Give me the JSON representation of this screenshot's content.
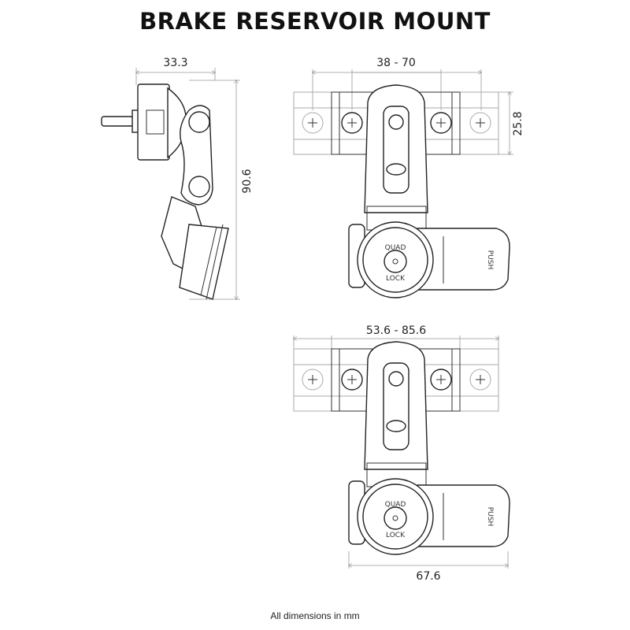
{
  "title": "BRAKE RESERVOIR MOUNT",
  "footer": "All dimensions in mm",
  "side_view": {
    "width_label": "33.3",
    "height_label": "90.6"
  },
  "top_view": {
    "span_label": "38 - 70",
    "height_label": "25.8",
    "brand_top": "QUAD",
    "brand_bottom": "LOCK",
    "tab_label": "PUSH"
  },
  "bottom_view": {
    "span_label": "53.6 - 85.6",
    "width_label": "67.6",
    "brand_top": "QUAD",
    "brand_bottom": "LOCK",
    "tab_label": "PUSH"
  }
}
